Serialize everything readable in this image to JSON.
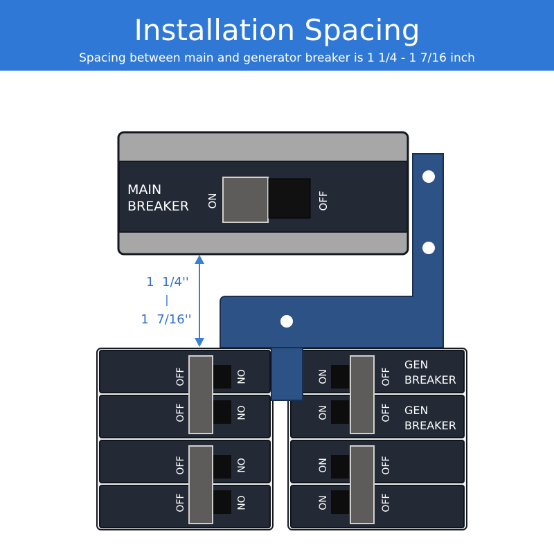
{
  "header": {
    "title": "Installation Spacing",
    "subtitle": "Spacing between main and generator breaker is 1 1/4 - 1 7/16 inch"
  },
  "main_breaker": {
    "label_line1": "MAIN",
    "label_line2": "BREAKER",
    "on_label": "ON",
    "off_label": "OFF"
  },
  "spacing": {
    "top_value": "1  1/4''",
    "separator": "|",
    "bottom_value": "1  7/16''"
  },
  "breakers": {
    "on_label": "ON",
    "off_label": "OFF",
    "gen_label_line1": "GEN",
    "gen_label_line2": "BREAKER"
  },
  "colors": {
    "banner": "#2f78d6",
    "panel": "#232a36",
    "panel_outline": "#0f131a",
    "bracket": "#2d5386",
    "arrow": "#3b7fd3",
    "gray_band": "#a7a7a7",
    "handle": "#5e5c5a"
  }
}
